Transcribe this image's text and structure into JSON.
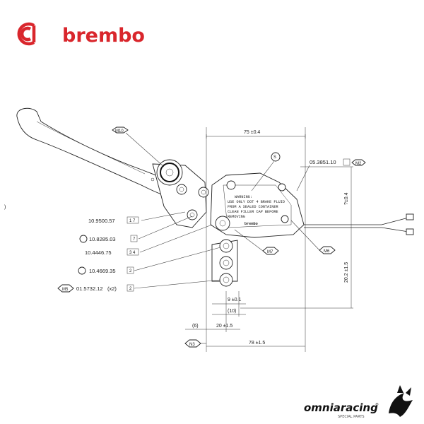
{
  "brand": {
    "name": "brembo",
    "color": "#d9262c"
  },
  "dimensions": {
    "width_top": "75 ±0.4",
    "height_right": "20.2 ±1.5",
    "vertical_right": "?±0.4",
    "dim_9": "9 ±0.1",
    "dim_10": "(10)",
    "dim_6": "(6)",
    "dim_20": "20 ±1.5",
    "dim_78": "78 ±1.5"
  },
  "part_codes": [
    {
      "code": "10.9500.57",
      "box": "1 7"
    },
    {
      "code": "10.8285.03",
      "box": "7"
    },
    {
      "code": "10.4446.75",
      "box": "3 4"
    },
    {
      "code": "10.4669.35",
      "box": "2"
    },
    {
      "code": "01.5732.12",
      "qty": "(x2)",
      "box": "2"
    },
    {
      "code": "05.3851.10",
      "box": ""
    }
  ],
  "callouts": {
    "m10": "M10",
    "m2": "M2",
    "m7": "M7",
    "m6": "M6",
    "m5": "M5",
    "n3": "N3",
    "s_label": "S"
  },
  "reservoir_text": {
    "line1": "WARNING:",
    "line2": "USE ONLY DOT 4 BRAKE FLUID",
    "line3": "FROM A SEALED CONTAINER",
    "line4": "CLEAN FILLER CAP BEFORE",
    "line5": "REMOVING",
    "logo": "brembo"
  },
  "side_mark": ")",
  "dealer": {
    "name": "omniaracing",
    "tagline": "SPECIAL PARTS",
    "registered": "®"
  },
  "colors": {
    "logo_red": "#d9262c",
    "line": "#222222"
  }
}
